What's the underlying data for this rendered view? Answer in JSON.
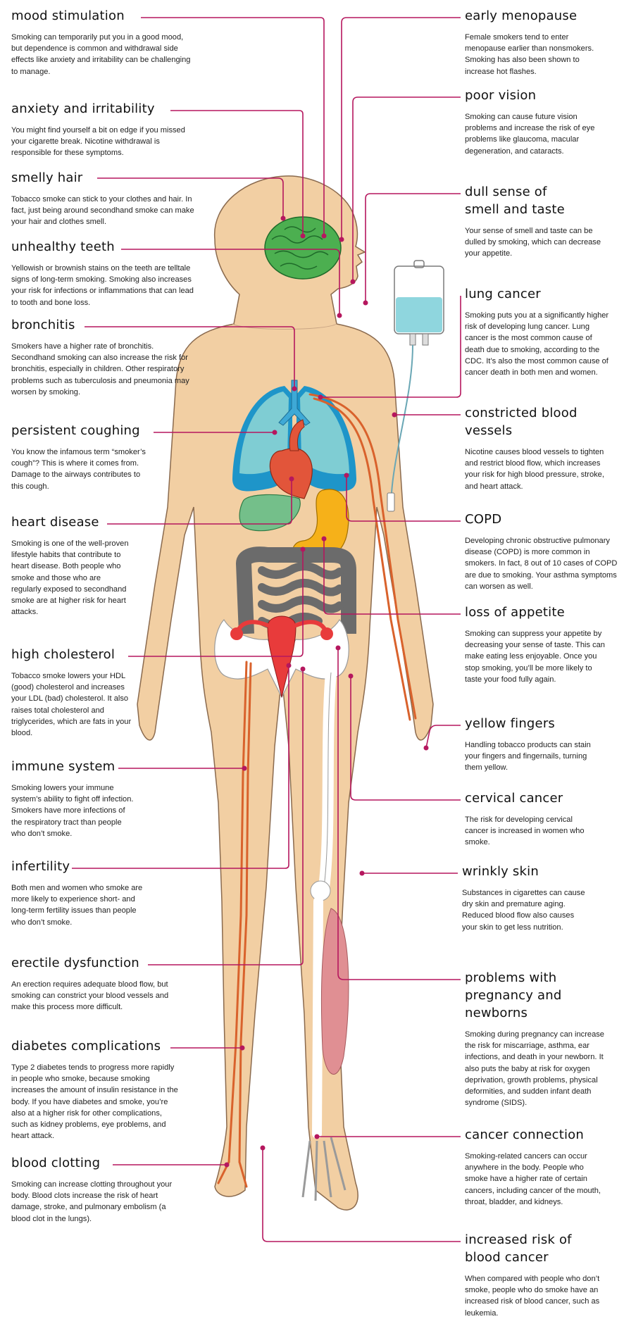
{
  "colors": {
    "leader": "#b5175e",
    "skin": "#f2cfa3",
    "skin_outline": "#8a6a4e",
    "brain": "#4caf50",
    "lung": "#7fcdd3",
    "lung_dark": "#1e95c9",
    "heart": "#e2553a",
    "liver": "#74bf8a",
    "stomach": "#f6b119",
    "intestine": "#6b6b6b",
    "vessel": "#d9622c",
    "uterus": "#e83b3b",
    "muscle": "#e08f93",
    "bone": "#ffffff",
    "iv_fluid": "#8fd6de"
  },
  "left_items": [
    {
      "title": "mood stimulation",
      "desc": "Smoking can temporarily put you in a good mood, but dependence is common and withdrawal side effects like anxiety and irritability can be challenging to manage."
    },
    {
      "title": "anxiety and irritability",
      "desc": "You might find yourself a bit on edge if you missed your cigarette break. Nicotine withdrawal is responsible for these symptoms."
    },
    {
      "title": "smelly hair",
      "desc": "Tobacco smoke can stick to your clothes and hair. In fact, just being around secondhand smoke can make your hair and clothes smell."
    },
    {
      "title": "unhealthy teeth",
      "desc": "Yellowish or brownish stains on the teeth are telltale signs of long-term smoking. Smoking also increases your risk for infections or inflammations that can lead to tooth and bone loss."
    },
    {
      "title": "bronchitis",
      "desc": "Smokers have a higher rate of bronchitis. Secondhand smoking can also increase the risk for bronchitis, especially in children. Other respiratory problems such as tuberculosis and pneumonia may worsen by smoking."
    },
    {
      "title": "persistent coughing",
      "desc": "You know the infamous term “smoker’s cough”? This is where it comes from. Damage to the airways contributes to this cough."
    },
    {
      "title": "heart disease",
      "desc": "Smoking is one of the well-proven lifestyle habits that contribute to heart disease. Both people who smoke and those who are regularly exposed to secondhand smoke are at higher risk for heart attacks."
    },
    {
      "title": "high cholesterol",
      "desc": "Tobacco smoke lowers your HDL (good) cholesterol and increases your LDL (bad) cholesterol. It also raises total cholesterol and triglycerides, which are fats in your blood."
    },
    {
      "title": "immune system",
      "desc": "Smoking lowers your immune system’s ability to fight off infection. Smokers have more infections of the respiratory tract than people who don’t smoke."
    },
    {
      "title": "infertility",
      "desc": "Both men and women who smoke are more likely to experience short- and long-term fertility issues than people who don’t smoke."
    },
    {
      "title": "erectile dysfunction",
      "desc": "An erection requires adequate blood flow, but smoking can constrict your blood vessels and make this process more difficult."
    },
    {
      "title": "diabetes complications",
      "desc": "Type 2 diabetes tends to progress more rapidly in people who smoke, because smoking increases the amount of insulin resistance in the body. If you have diabetes and smoke, you’re also at a higher risk for other complications, such as kidney problems, eye problems, and heart attack."
    },
    {
      "title": "blood clotting",
      "desc": "Smoking can increase clotting throughout your body. Blood clots increase the risk of heart damage, stroke, and pulmonary embolism (a blood clot in the lungs)."
    }
  ],
  "right_items": [
    {
      "title": "early menopause",
      "desc": "Female smokers tend to enter menopause earlier than nonsmokers. Smoking has also been shown to increase hot flashes."
    },
    {
      "title": "poor vision",
      "desc": "Smoking can cause future vision problems and increase the risk of eye problems like glaucoma, macular degeneration, and cataracts."
    },
    {
      "title": "dull sense of smell and taste",
      "desc": "Your sense of smell and taste can be dulled by smoking, which can decrease your appetite."
    },
    {
      "title": "lung cancer",
      "desc": "Smoking puts you at a significantly higher risk of developing lung cancer. Lung cancer is the most common cause of death due to smoking, according to the CDC. It’s also the most common cause of cancer death in both men and women."
    },
    {
      "title": "constricted blood vessels",
      "desc": "Nicotine causes blood vessels to tighten and restrict blood flow, which increases your risk for high blood pressure, stroke, and heart attack."
    },
    {
      "title": "COPD",
      "desc": "Developing chronic obstructive pulmonary disease (COPD) is more common in smokers. In fact, 8 out of 10 cases of COPD are due to smoking. Your asthma symptoms can worsen as well."
    },
    {
      "title": "loss of appetite",
      "desc": "Smoking can suppress your appetite by decreasing your sense of taste. This can make eating less enjoyable. Once you stop smoking, you’ll be more likely to taste your food fully again."
    },
    {
      "title": "yellow fingers",
      "desc": "Handling tobacco products can stain your fingers and fingernails, turning them yellow."
    },
    {
      "title": "cervical cancer",
      "desc": "The risk for developing cervical cancer is increased in women who smoke."
    },
    {
      "title": "wrinkly skin",
      "desc": "Substances in cigarettes can cause dry skin and premature aging. Reduced blood flow also causes your skin to get less nutrition."
    },
    {
      "title": "problems with pregnancy and newborns",
      "desc": "Smoking during pregnancy can increase the risk for miscarriage, asthma, ear infections, and death in your newborn. It also puts the baby at risk for oxygen deprivation, growth problems, physical deformities, and sudden infant death syndrome (SIDS)."
    },
    {
      "title": "cancer connection",
      "desc": "Smoking-related cancers can occur anywhere in the body. People who smoke have a higher rate of certain cancers, including cancer of the mouth, throat, bladder, and kidneys."
    },
    {
      "title": "increased risk of blood cancer",
      "desc": "When compared with people who don’t smoke, people who do smoke have an increased risk of blood cancer, such as leukemia."
    }
  ]
}
